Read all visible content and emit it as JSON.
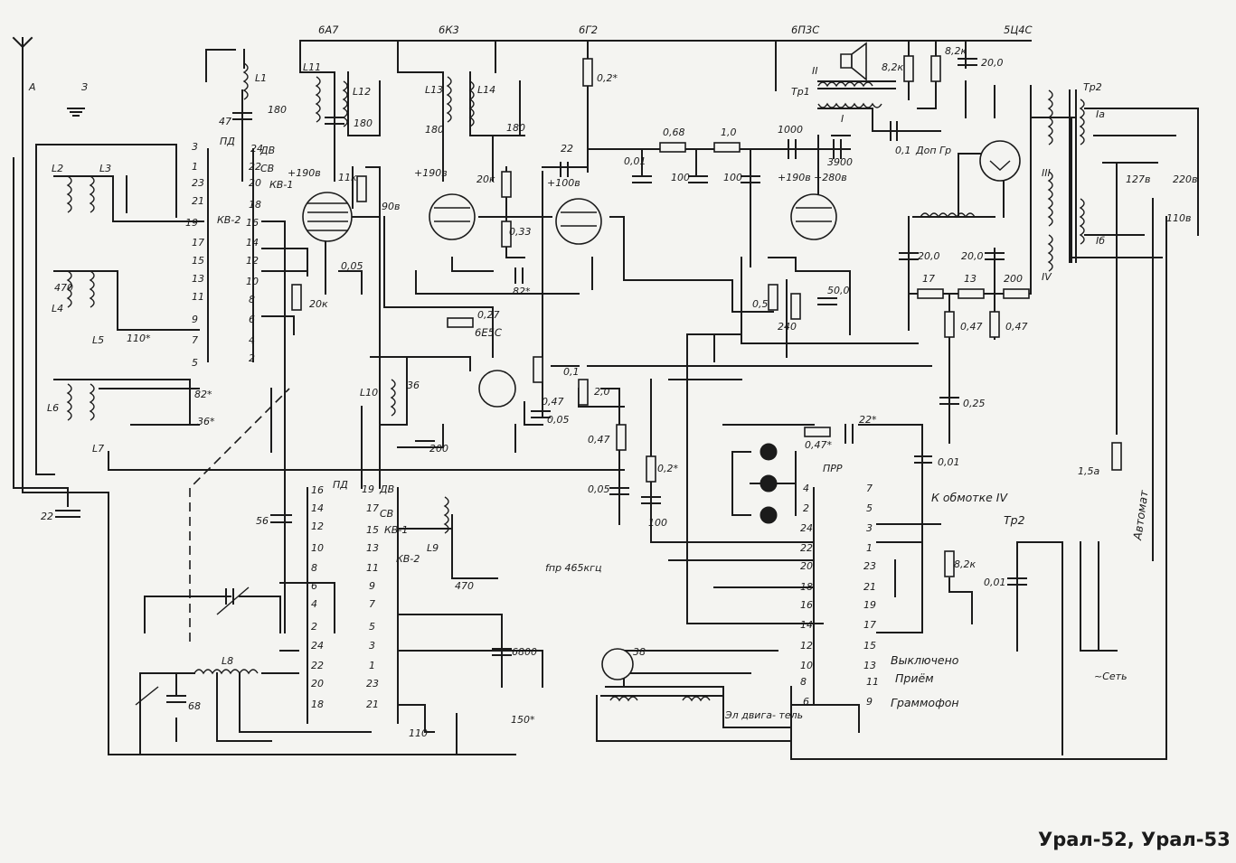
{
  "title": "Урал-52, Урал-53",
  "tubes": [
    "6А7",
    "6К3",
    "6Г2",
    "6П3С",
    "5Ц4С",
    "6Е5С"
  ],
  "tube_voltages": [
    "+190в",
    "+190в",
    "+100в",
    "+190в",
    "+280в"
  ],
  "mains_voltages": [
    "127в",
    "220в",
    "110в"
  ],
  "antenna_labels": [
    "А",
    "З"
  ],
  "coils": [
    "L1",
    "L2",
    "L3",
    "L4",
    "L5",
    "L6",
    "L7",
    "L8",
    "L9",
    "L10",
    "L11",
    "L12",
    "L13",
    "L14",
    "Тр1",
    "Тр2",
    "I",
    "II",
    "Ia",
    "Iб",
    "III",
    "IV"
  ],
  "switch_bands": [
    "ПД",
    "ДВ",
    "СВ",
    "КВ-1",
    "КВ-2"
  ],
  "switch_numbers": [
    "1",
    "2",
    "3",
    "4",
    "5",
    "6",
    "7",
    "8",
    "9",
    "10",
    "11",
    "12",
    "13",
    "14",
    "15",
    "16",
    "17",
    "18",
    "19",
    "20",
    "21",
    "22",
    "23",
    "24"
  ],
  "capacitor_values": [
    "47",
    "180",
    "470",
    "110*",
    "82*",
    "36*",
    "22",
    "56",
    "68",
    "6800",
    "110",
    "150*",
    "36",
    "200",
    "470",
    "0,05",
    "82*",
    "22",
    "0,01",
    "100",
    "100",
    "1000",
    "3900",
    "0,1",
    "20,0",
    "20,0",
    "20,0",
    "50,0",
    "0,05",
    "0,05",
    "0,25",
    "0,01",
    "22*",
    "100",
    "0,01",
    "180",
    "180",
    "180"
  ],
  "resistor_values": [
    "11к",
    "20к",
    "20к",
    "0,33",
    "0,2*",
    "0,68",
    "1,0",
    "0,5",
    "240",
    "8,2к",
    "8,2к",
    "0,27",
    "0,1",
    "0,47",
    "2,0",
    "0,47",
    "0,47*",
    "0,2*",
    "8,2к",
    "17",
    "13",
    "200",
    "0,47",
    "0,47",
    "1,5а"
  ],
  "other_labels": {
    "fpr": "fпр 465кгц",
    "ext_speaker": "Доп Гр",
    "voltage_90": "90в",
    "to_coil": "К обмотке IV",
    "to_tr2": "Тр2",
    "prr": "ПРР",
    "off": "Выключено",
    "receive": "Приём",
    "gramophone": "Граммофон",
    "motor": "Эл двига-\nтель",
    "motor_cap": "38",
    "mains": "~Сеть",
    "automat": "Автомат"
  }
}
